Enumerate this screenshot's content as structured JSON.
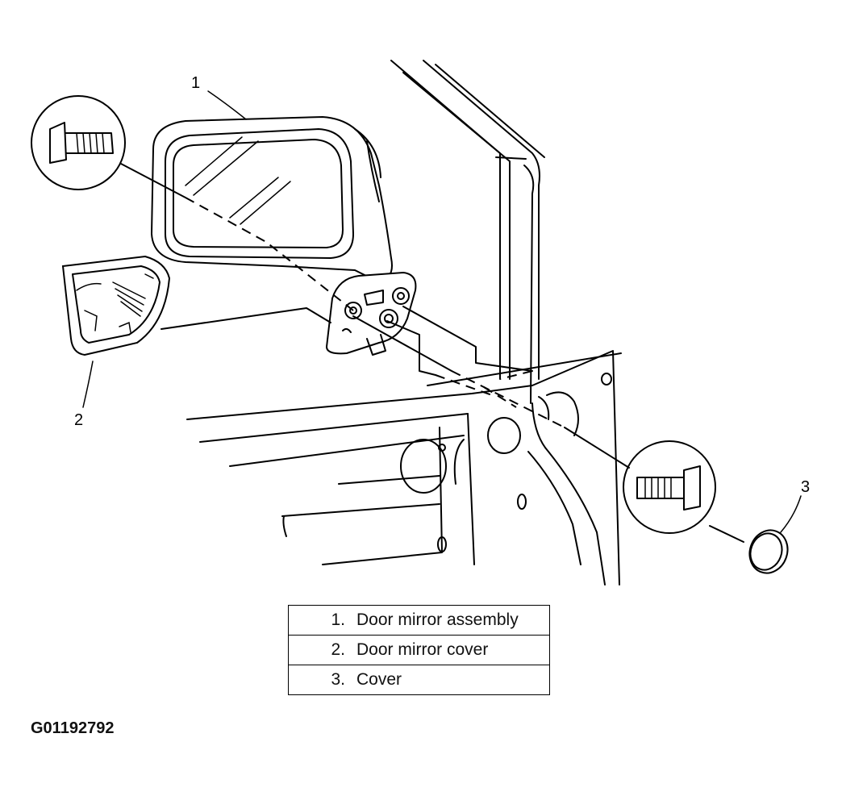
{
  "diagram": {
    "callouts": [
      {
        "id": "1"
      },
      {
        "id": "2"
      },
      {
        "id": "3"
      }
    ],
    "legend": [
      {
        "num": "1.",
        "text": "Door mirror assembly"
      },
      {
        "num": "2.",
        "text": "Door mirror cover"
      },
      {
        "num": "3.",
        "text": "Cover"
      }
    ],
    "figure_id": "G01192792",
    "icons": [
      "bolt-icon",
      "bolt-icon",
      "door-mirror-assembly",
      "door-mirror-cover",
      "cover-cap",
      "door-panel"
    ]
  }
}
